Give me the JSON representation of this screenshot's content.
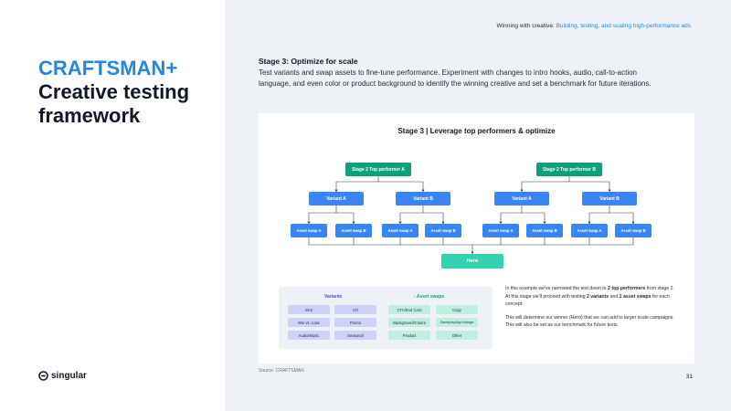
{
  "left": {
    "brand": "CRAFTSMAN+",
    "title": "Creative testing framework",
    "logo_text": "singular",
    "logo_icon": "singular-logo-icon"
  },
  "header": {
    "prefix": "Winning with creative: ",
    "accent_text": "Building, testing, and scaling high-performance ads"
  },
  "stage": {
    "title": "Stage 3: Optimize for scale",
    "description": "Test variants and swap assets to fine-tune performance. Experiment with changes to intro hooks, audio, call-to-action language, and even color or product background to identify the winning creative and set a benchmark for future iterations."
  },
  "diagram": {
    "title": "Stage 3 | Leverage top performers & optimize",
    "top_performers": [
      "Stage 2 Top performer A",
      "Stage 2 Top performer B"
    ],
    "variants": [
      "Variant A",
      "Variant B",
      "Variant A",
      "Variant B"
    ],
    "swaps": [
      "Asset swap A",
      "Asset swap B",
      "Asset swap A",
      "Asset swap B",
      "Asset swap A",
      "Asset swap B",
      "Asset swap A",
      "Asset swap B"
    ],
    "hero": "Hero"
  },
  "legend": {
    "variants_heading": "Variants",
    "assets_heading": "- Asset swaps",
    "variants": [
      "Intro",
      "VO",
      "Win vs. Lose",
      "Promo",
      "Audio/Music",
      "Seasonal"
    ],
    "assets": [
      "CTA/End Card",
      "Copy",
      "Background/Colors",
      "Gameplay/App footage",
      "Product",
      "Other"
    ]
  },
  "explanation": {
    "p1_a": "In this example we've narrowed the test down to ",
    "p1_b": "2 top performers",
    "p1_c": " from stage 2. At this stage we'll proceed with testing ",
    "p1_d": "2 variants",
    "p1_e": " and ",
    "p1_f": "2 asset swaps",
    "p1_g": " for each concept.",
    "p2": "This will determine our winner (Hero) that we can add to larger scale campaigns. This will also be set as our benchmark for future tests."
  },
  "source": "Source: CRAFTSMAN",
  "page_number": "31",
  "colors": {
    "brand": "#1e88e5",
    "top_node": "#0f9f7d",
    "variant_node": "#3a85f5",
    "hero_node": "#34d2b0",
    "variant_chip": "#cdd2f6",
    "asset_chip": "#bff0df",
    "variants_heading": "#4f46e5",
    "assets_heading": "#10a37f"
  }
}
